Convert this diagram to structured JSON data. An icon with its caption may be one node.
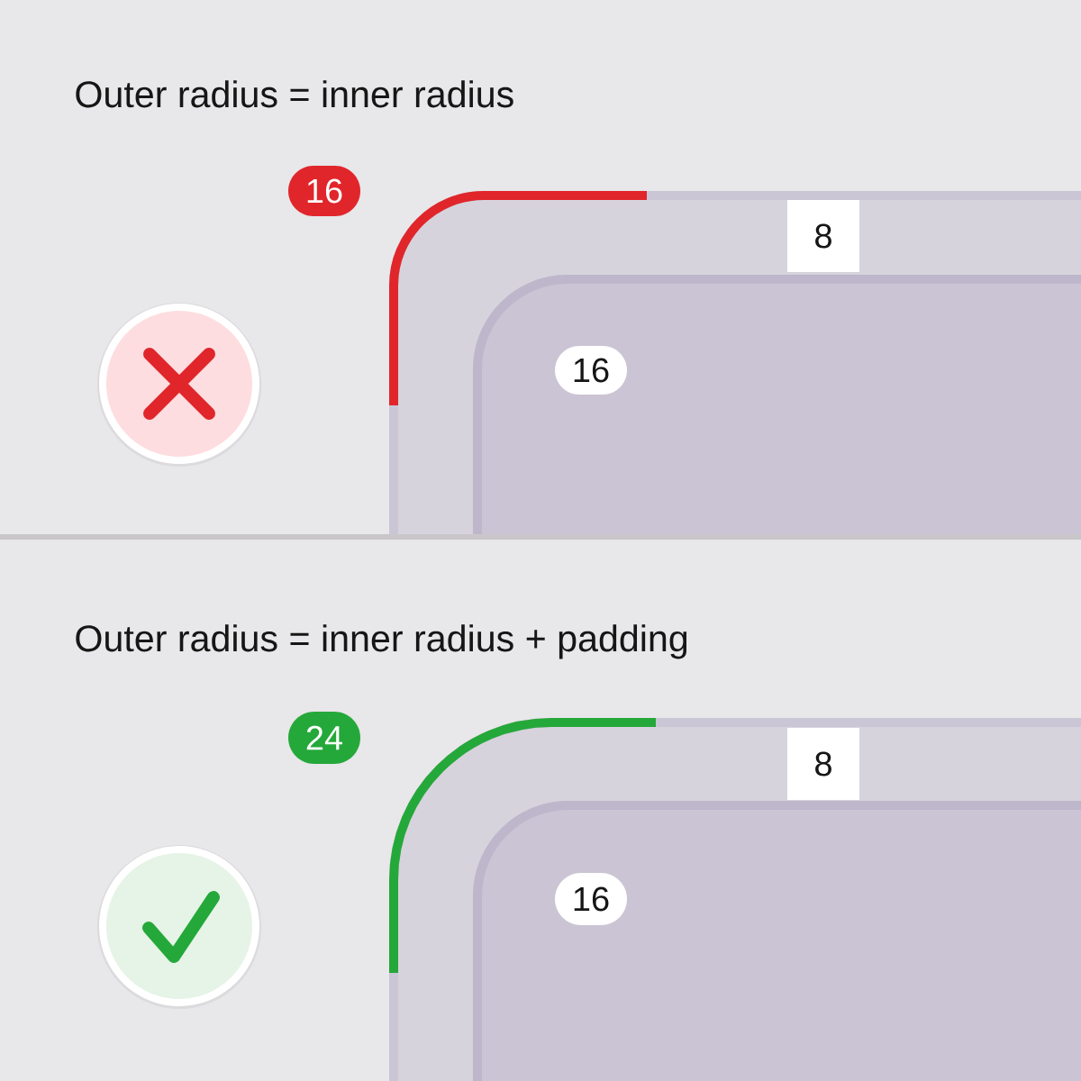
{
  "diagram": {
    "nodes": [
      {
        "text": [
          "16"
        ]
      },
      {
        "text": [],
        "shape": "box"
      },
      {
        "text": [
          "8"
        ],
        "in": 1
      },
      {
        "text": [],
        "shape": "box",
        "in": 1
      },
      {
        "text": [
          "16"
        ],
        "in": 3
      },
      {
        "text": [
          "24"
        ]
      },
      {
        "text": [],
        "shape": "box"
      },
      {
        "text": [
          "8"
        ],
        "in": 6
      },
      {
        "text": [],
        "shape": "box",
        "in": 6
      },
      {
        "text": [
          "16"
        ],
        "in": 8
      }
    ],
    "labels": [
      "Outer radius = inner radius",
      "Outer radius = inner radius + padding"
    ]
  }
}
